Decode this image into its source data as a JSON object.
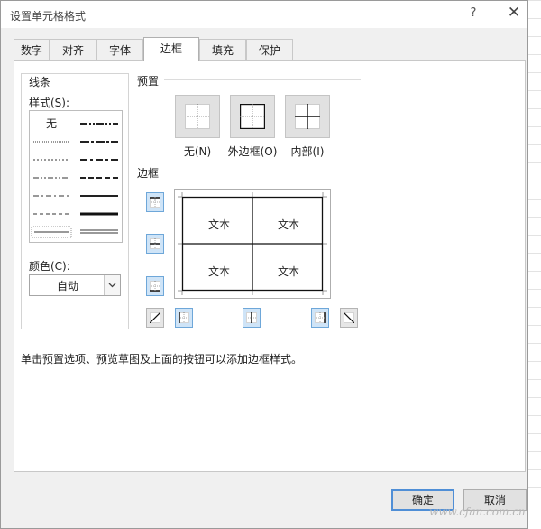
{
  "window": {
    "title": "设置单元格格式",
    "help": "?",
    "close": "✕"
  },
  "tabs": [
    {
      "label": "数字"
    },
    {
      "label": "对齐"
    },
    {
      "label": "字体"
    },
    {
      "label": "边框",
      "active": true
    },
    {
      "label": "填充"
    },
    {
      "label": "保护"
    }
  ],
  "line": {
    "group_title": "线条",
    "style_label": "样式(S):",
    "none_label": "无",
    "color_label": "颜色(C):",
    "color_value": "自动"
  },
  "presets": {
    "title": "预置",
    "items": [
      {
        "label": "无(N)"
      },
      {
        "label": "外边框(O)"
      },
      {
        "label": "内部(I)"
      }
    ]
  },
  "border": {
    "title": "边框",
    "preview_cells": [
      "文本",
      "文本",
      "文本",
      "文本"
    ]
  },
  "hint": "单击预置选项、预览草图及上面的按钮可以添加边框样式。",
  "buttons": {
    "ok": "确定",
    "cancel": "取消"
  },
  "watermark": "www.cfan.com.cn",
  "colors": {
    "accent": "#4f8ed6",
    "selected_button": "#cfe4f7"
  }
}
